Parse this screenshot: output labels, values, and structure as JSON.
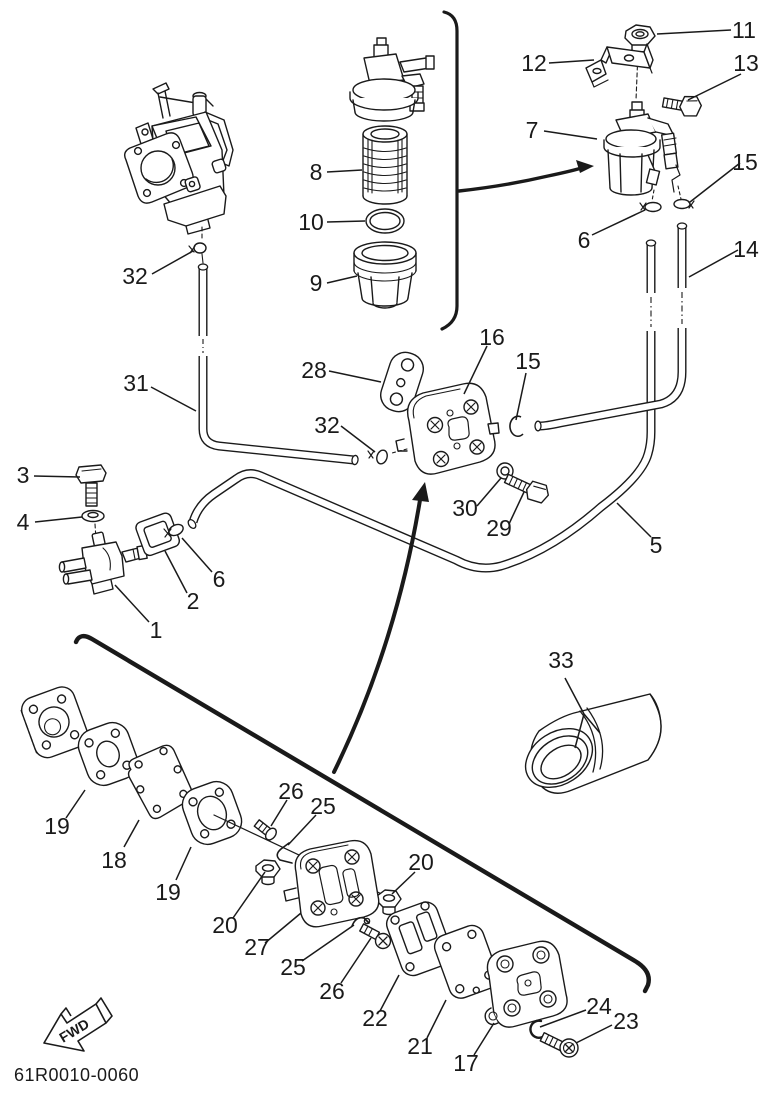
{
  "diagram": {
    "drawing_number": "61R0010-0060",
    "fwd_label": "FWD",
    "colors": {
      "ink": "#1a1a1a",
      "paper": "#ffffff"
    },
    "callouts": [
      {
        "ref": "32"
      },
      {
        "ref": "8"
      },
      {
        "ref": "10"
      },
      {
        "ref": "9"
      },
      {
        "ref": "11"
      },
      {
        "ref": "12"
      },
      {
        "ref": "13"
      },
      {
        "ref": "7"
      },
      {
        "ref": "15"
      },
      {
        "ref": "6"
      },
      {
        "ref": "14"
      },
      {
        "ref": "16"
      },
      {
        "ref": "28"
      },
      {
        "ref": "15"
      },
      {
        "ref": "32"
      },
      {
        "ref": "30"
      },
      {
        "ref": "29"
      },
      {
        "ref": "5"
      },
      {
        "ref": "31"
      },
      {
        "ref": "3"
      },
      {
        "ref": "4"
      },
      {
        "ref": "6"
      },
      {
        "ref": "2"
      },
      {
        "ref": "1"
      },
      {
        "ref": "19"
      },
      {
        "ref": "18"
      },
      {
        "ref": "19"
      },
      {
        "ref": "26"
      },
      {
        "ref": "25"
      },
      {
        "ref": "20"
      },
      {
        "ref": "20"
      },
      {
        "ref": "27"
      },
      {
        "ref": "25"
      },
      {
        "ref": "26"
      },
      {
        "ref": "22"
      },
      {
        "ref": "21"
      },
      {
        "ref": "17"
      },
      {
        "ref": "24"
      },
      {
        "ref": "23"
      },
      {
        "ref": "33"
      }
    ]
  }
}
